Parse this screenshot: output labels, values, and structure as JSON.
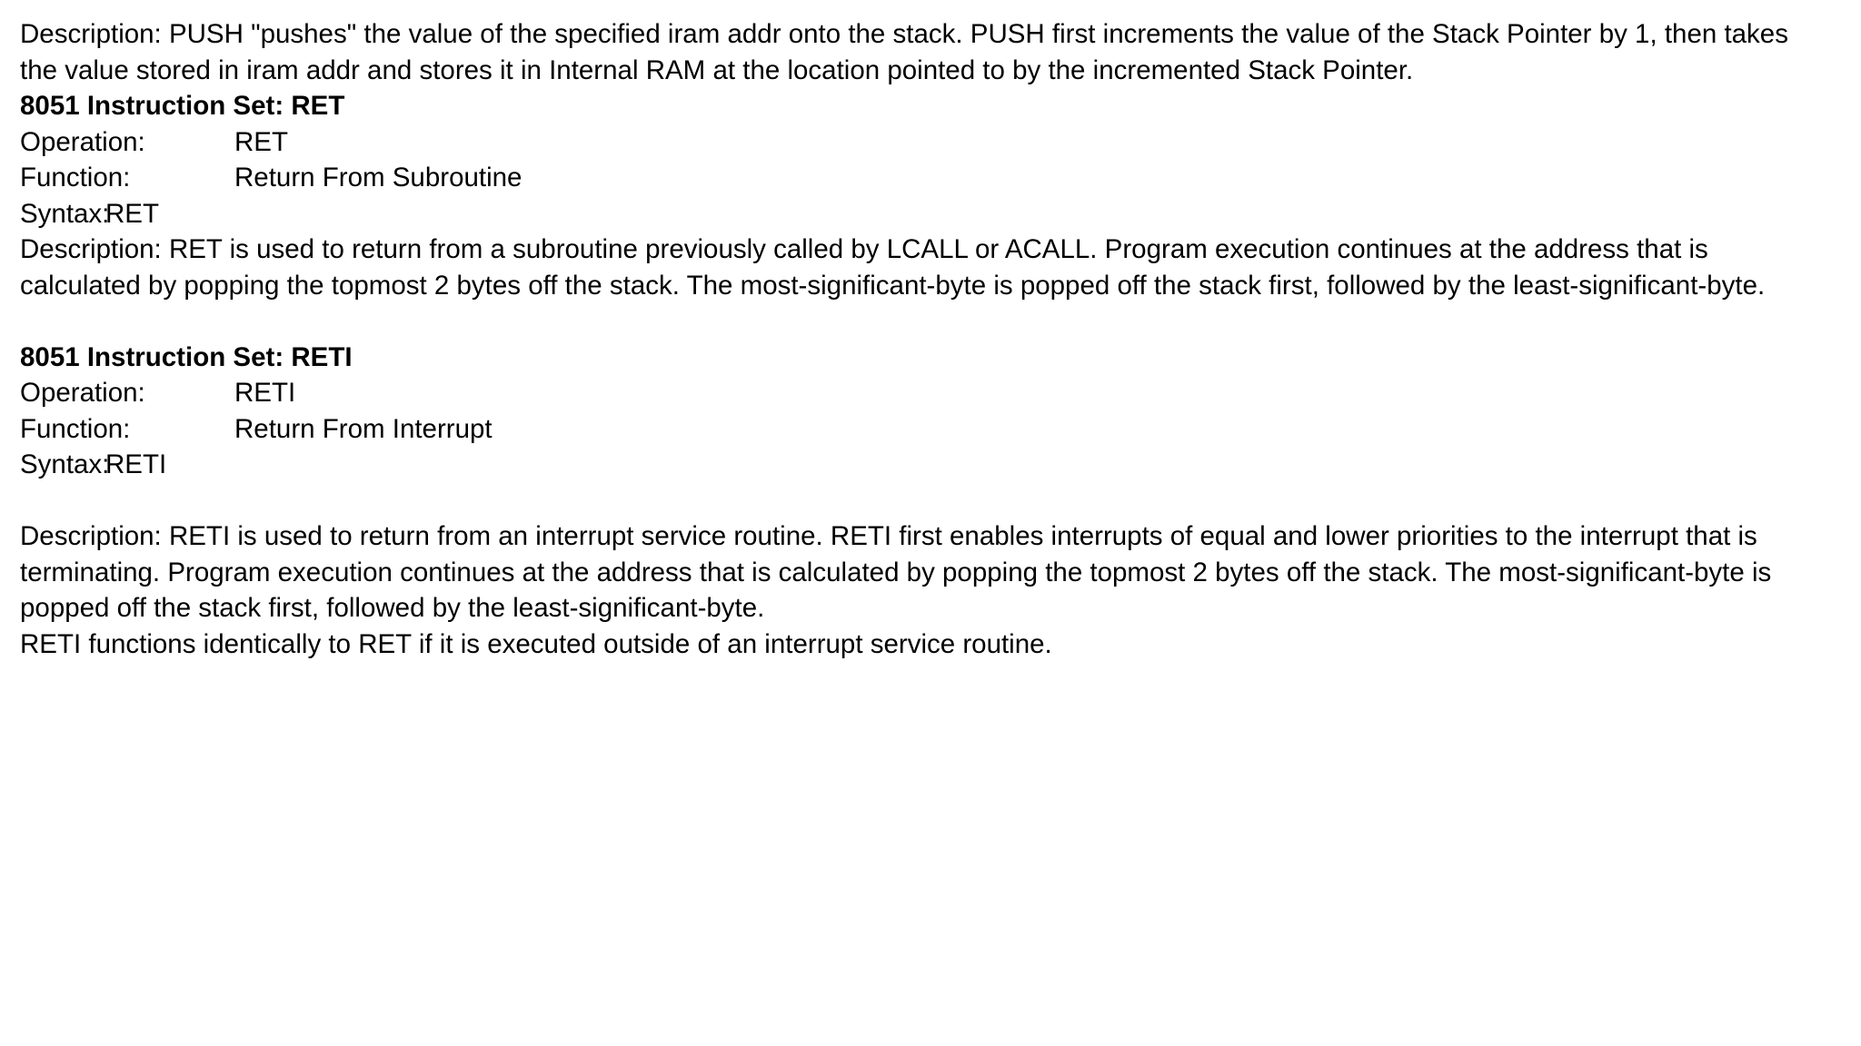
{
  "document": {
    "background_color": "#ffffff",
    "text_color": "#000000",
    "push_description": "Description: PUSH \"pushes\" the value of the specified iram addr onto the stack. PUSH first increments the value of the Stack Pointer by 1, then takes the value stored in iram addr and stores it in Internal RAM at the location pointed to by the incremented Stack Pointer.",
    "ret": {
      "heading": "8051 Instruction Set: RET",
      "operation_label": "Operation:",
      "operation_value": "RET",
      "function_label": "Function:",
      "function_value": "Return From Subroutine",
      "syntax_label": "Syntax:",
      "syntax_value": "RET",
      "description": "Description: RET is used to return from a subroutine previously called by LCALL or ACALL. Program execution continues at the address that is calculated by popping the topmost 2 bytes off the stack. The most-significant-byte is popped off the stack first, followed by the least-significant-byte."
    },
    "reti": {
      "heading": "8051 Instruction Set: RETI",
      "operation_label": "Operation:",
      "operation_value": "RETI",
      "function_label": "Function:",
      "function_value": "Return From Interrupt",
      "syntax_label": "Syntax:",
      "syntax_value": "RETI",
      "description": "Description: RETI is used to return from an interrupt service routine. RETI first enables interrupts of equal and lower priorities to the interrupt that is terminating. Program execution continues at the address that is calculated by popping the topmost 2 bytes off the stack. The most-significant-byte is popped off the stack first, followed by the least-significant-byte.",
      "note": "RETI functions identically to RET if it is executed outside of an interrupt service routine."
    }
  }
}
